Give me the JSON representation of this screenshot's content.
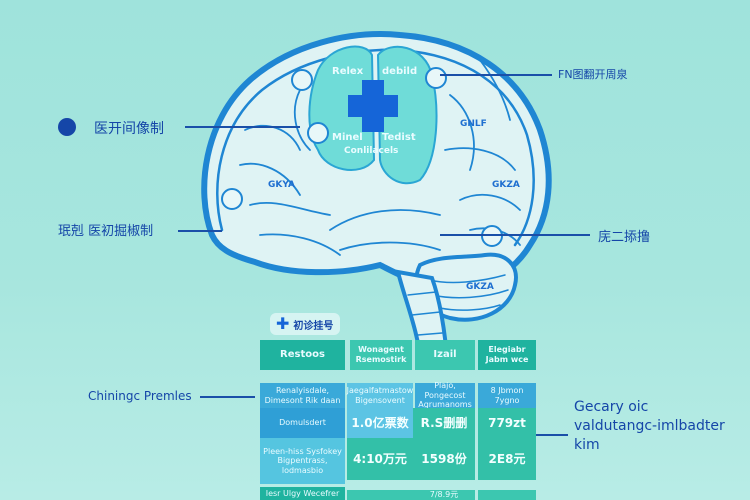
{
  "brain": {
    "cross_labels": [
      "Relex",
      "debild",
      "Minel",
      "Tedist",
      "Conlilacels"
    ],
    "region_tags": [
      "GNLF",
      "GKYA",
      "GKZA",
      "GKZA"
    ]
  },
  "callouts": {
    "top_right": "FN图翻开周泉",
    "left_upper": "医开间像制",
    "left_lower": "珉剋 医初掘椒制",
    "right_mid": "庑二掭撸",
    "left_table": "Chiningc Premles",
    "right_table": "Gecary oic\nvaldutangc-imlbadter\nkim"
  },
  "badge": {
    "label": "初诊挂号"
  },
  "table": {
    "headers": [
      "Restoos",
      "Wonagent Rsemostirk",
      "Izail",
      "Elegiabr Jabm wce"
    ],
    "rows": [
      [
        "Renalyisdale, Dimesont Rik daan",
        "Jaegalfatmastow Bigensovent",
        "Plajo, Pongecost Agrumanoms",
        "8 Jbmon 7ygno"
      ],
      [
        "Domulsdert",
        "1.0亿票数",
        "R.S删删",
        "779zt"
      ],
      [
        "Pleen-hiss  Sysfokey Bigpentrass, lodmasbio",
        "4:10万元",
        "1598份",
        "2E8元"
      ],
      [
        "Iesr Ulgy Wecefrer",
        "",
        "7/8.9元",
        ""
      ]
    ]
  },
  "colors": {
    "outline": "#1a7fd0",
    "cross": "#1565d8",
    "teal": "#26bba3",
    "blue": "#3aa9d9"
  }
}
